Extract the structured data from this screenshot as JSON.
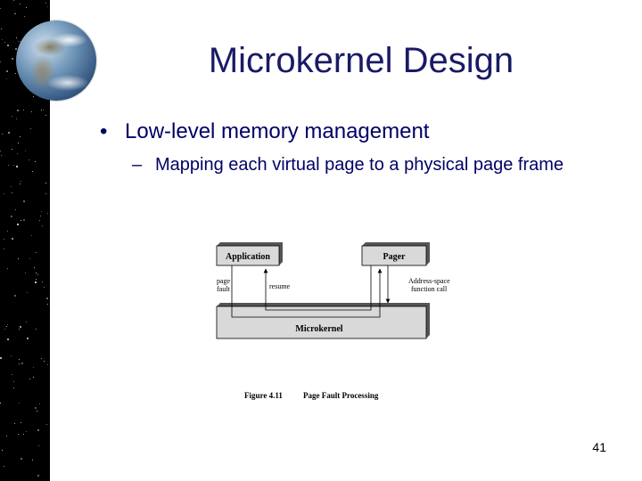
{
  "slide": {
    "title": "Microkernel Design",
    "bullet_1": "Low-level memory management",
    "bullet_1_marker": "•",
    "bullet_2": "Mapping each virtual page to a physical page frame",
    "bullet_2_marker": "–",
    "page_number": "41"
  },
  "figure": {
    "application_label": "Application",
    "pager_label": "Pager",
    "microkernel_label": "Microkernel",
    "page_fault_line1": "page",
    "page_fault_line2": "fault",
    "resume_label": "resume",
    "address_space_line1": "Address-space",
    "address_space_line2": "function call",
    "caption_number": "Figure 4.11",
    "caption_text": "Page Fault Processing"
  },
  "colors": {
    "title": "#1a1a66",
    "bullet_text": "#000066",
    "box_fill": "#d9d9d9",
    "box_shadow": "#555555"
  }
}
